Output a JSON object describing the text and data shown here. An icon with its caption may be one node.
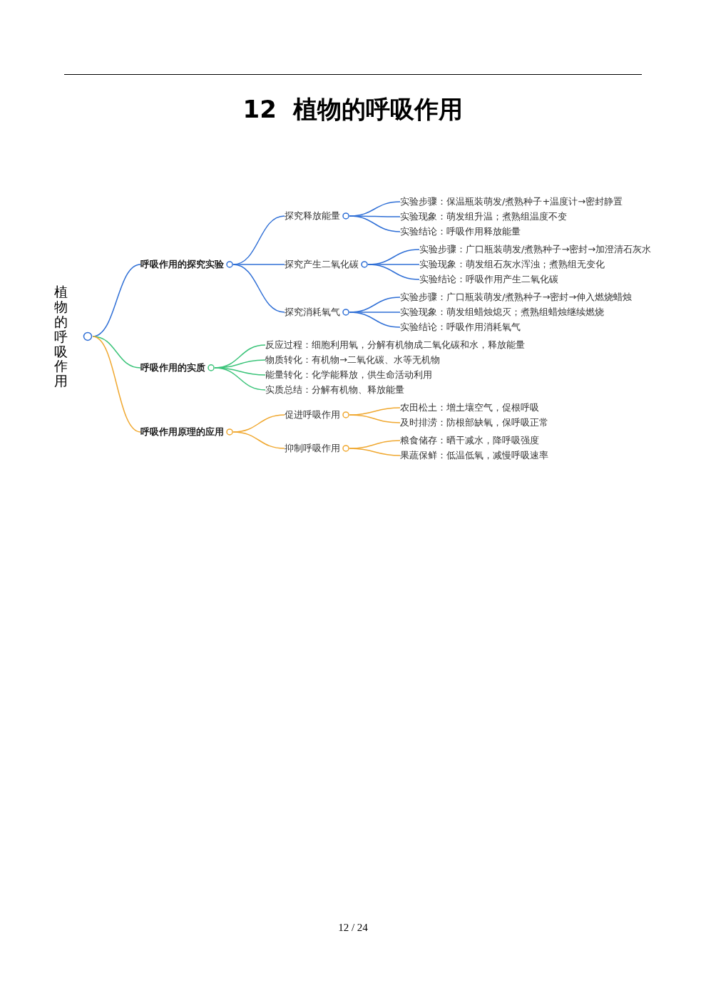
{
  "diagram": {
    "title": "12  植物的呼吸作用",
    "nodes": [
      {
        "text": [
          "植物的呼吸作用"
        ]
      },
      {
        "text": [
          "呼吸作用的探究实验"
        ]
      },
      {
        "text": [
          "探究释放能量"
        ]
      },
      {
        "text": [
          "实验步骤：保温瓶装萌发/煮熟种子+温度计→密封静置"
        ]
      },
      {
        "text": [
          "实验现象：萌发组升温；煮熟组温度不变"
        ]
      },
      {
        "text": [
          "实验结论：呼吸作用释放能量"
        ]
      },
      {
        "text": [
          "探究产生二氧化碳"
        ]
      },
      {
        "text": [
          "实验步骤：广口瓶装萌发/煮熟种子→密封→加澄清石灰水"
        ]
      },
      {
        "text": [
          "实验现象：萌发组石灰水浑浊；煮熟组无变化"
        ]
      },
      {
        "text": [
          "实验结论：呼吸作用产生二氧化碳"
        ]
      },
      {
        "text": [
          "探究消耗氧气"
        ]
      },
      {
        "text": [
          "实验步骤：广口瓶装萌发/煮熟种子→密封→伸入燃烧蜡烛"
        ]
      },
      {
        "text": [
          "实验现象：萌发组蜡烛熄灭；煮熟组蜡烛继续燃烧"
        ]
      },
      {
        "text": [
          "实验结论：呼吸作用消耗氧气"
        ]
      },
      {
        "text": [
          "呼吸作用的实质"
        ]
      },
      {
        "text": [
          "反应过程：细胞利用氧，分解有机物成二氧化碳和水，释放能量"
        ]
      },
      {
        "text": [
          "物质转化：有机物→二氧化碳、水等无机物"
        ]
      },
      {
        "text": [
          "能量转化：化学能释放，供生命活动利用"
        ]
      },
      {
        "text": [
          "实质总结：分解有机物、释放能量"
        ]
      },
      {
        "text": [
          "呼吸作用原理的应用"
        ]
      },
      {
        "text": [
          "促进呼吸作用"
        ]
      },
      {
        "text": [
          "农田松土：增土壤空气，促根呼吸"
        ]
      },
      {
        "text": [
          "及时排涝：防根部缺氧，保呼吸正常"
        ]
      },
      {
        "text": [
          "抑制呼吸作用"
        ]
      },
      {
        "text": [
          "粮食储存：晒干减水，降呼吸强度"
        ]
      },
      {
        "text": [
          "果蔬保鲜：低温低氧，减慢呼吸速率"
        ]
      }
    ],
    "edges": [
      {
        "from": 0,
        "to": 1,
        "arrow": "none"
      },
      {
        "from": 1,
        "to": 2,
        "arrow": "none"
      },
      {
        "from": 2,
        "to": 3,
        "arrow": "none"
      },
      {
        "from": 2,
        "to": 4,
        "arrow": "none"
      },
      {
        "from": 2,
        "to": 5,
        "arrow": "none"
      },
      {
        "from": 1,
        "to": 6,
        "arrow": "none"
      },
      {
        "from": 6,
        "to": 7,
        "arrow": "none"
      },
      {
        "from": 6,
        "to": 8,
        "arrow": "none"
      },
      {
        "from": 6,
        "to": 9,
        "arrow": "none"
      },
      {
        "from": 1,
        "to": 10,
        "arrow": "none"
      },
      {
        "from": 10,
        "to": 11,
        "arrow": "none"
      },
      {
        "from": 10,
        "to": 12,
        "arrow": "none"
      },
      {
        "from": 10,
        "to": 13,
        "arrow": "none"
      },
      {
        "from": 0,
        "to": 14,
        "arrow": "none",
        "color": "#3cc47a"
      },
      {
        "from": 14,
        "to": 15,
        "arrow": "none",
        "color": "#3cc47a"
      },
      {
        "from": 14,
        "to": 16,
        "arrow": "none",
        "color": "#3cc47a"
      },
      {
        "from": 14,
        "to": 17,
        "arrow": "none",
        "color": "#3cc47a"
      },
      {
        "from": 14,
        "to": 18,
        "arrow": "none",
        "color": "#3cc47a"
      },
      {
        "from": 0,
        "to": 19,
        "arrow": "none",
        "color": "#f0a830"
      },
      {
        "from": 19,
        "to": 20,
        "arrow": "none",
        "color": "#f0a830"
      },
      {
        "from": 20,
        "to": 21,
        "arrow": "none",
        "color": "#f0a830"
      },
      {
        "from": 20,
        "to": 22,
        "arrow": "none",
        "color": "#f0a830"
      },
      {
        "from": 19,
        "to": 23,
        "arrow": "none",
        "color": "#f0a830"
      },
      {
        "from": 23,
        "to": 24,
        "arrow": "none",
        "color": "#f0a830"
      },
      {
        "from": 23,
        "to": 25,
        "arrow": "none",
        "color": "#f0a830"
      }
    ],
    "labels": [
      "12 / 24"
    ]
  }
}
